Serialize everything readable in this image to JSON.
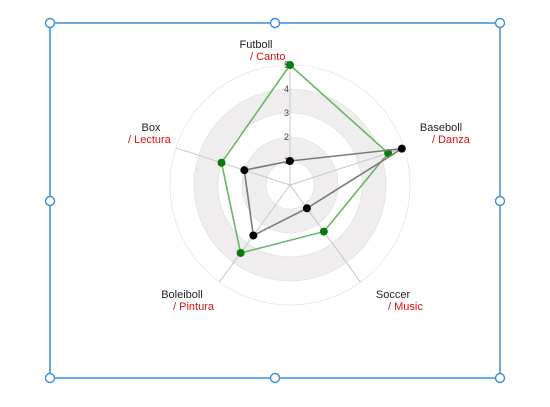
{
  "selection": {
    "border_color": "#3a8fd6",
    "handle_fill": "#ffffff"
  },
  "chart_data": {
    "type": "radar",
    "axes": [
      {
        "name": "Futboll",
        "sub": "/ Canto"
      },
      {
        "name": "Baseboll",
        "sub": "/ Danza"
      },
      {
        "name": "Soccer",
        "sub": "/ Music"
      },
      {
        "name": "Boleiboll",
        "sub": "/ Pintura"
      },
      {
        "name": "Box",
        "sub": "/ Lectura"
      }
    ],
    "range": [
      0,
      5
    ],
    "tick_labels": [
      "1",
      "2",
      "3",
      "4",
      "5"
    ],
    "series": [
      {
        "values": [
          5,
          4.3,
          2.4,
          3.5,
          3.0
        ],
        "color": "#6ab56a",
        "marker": "#0a7a0a"
      },
      {
        "values": [
          1,
          4.9,
          1.2,
          2.6,
          2.0
        ],
        "color": "#7a7a7a",
        "marker": "#000000"
      }
    ],
    "band_color": "#efeded",
    "grid_color": "#dddddd",
    "axis_color": "#c6c6c6",
    "sub_label_color": "#dd1111"
  }
}
